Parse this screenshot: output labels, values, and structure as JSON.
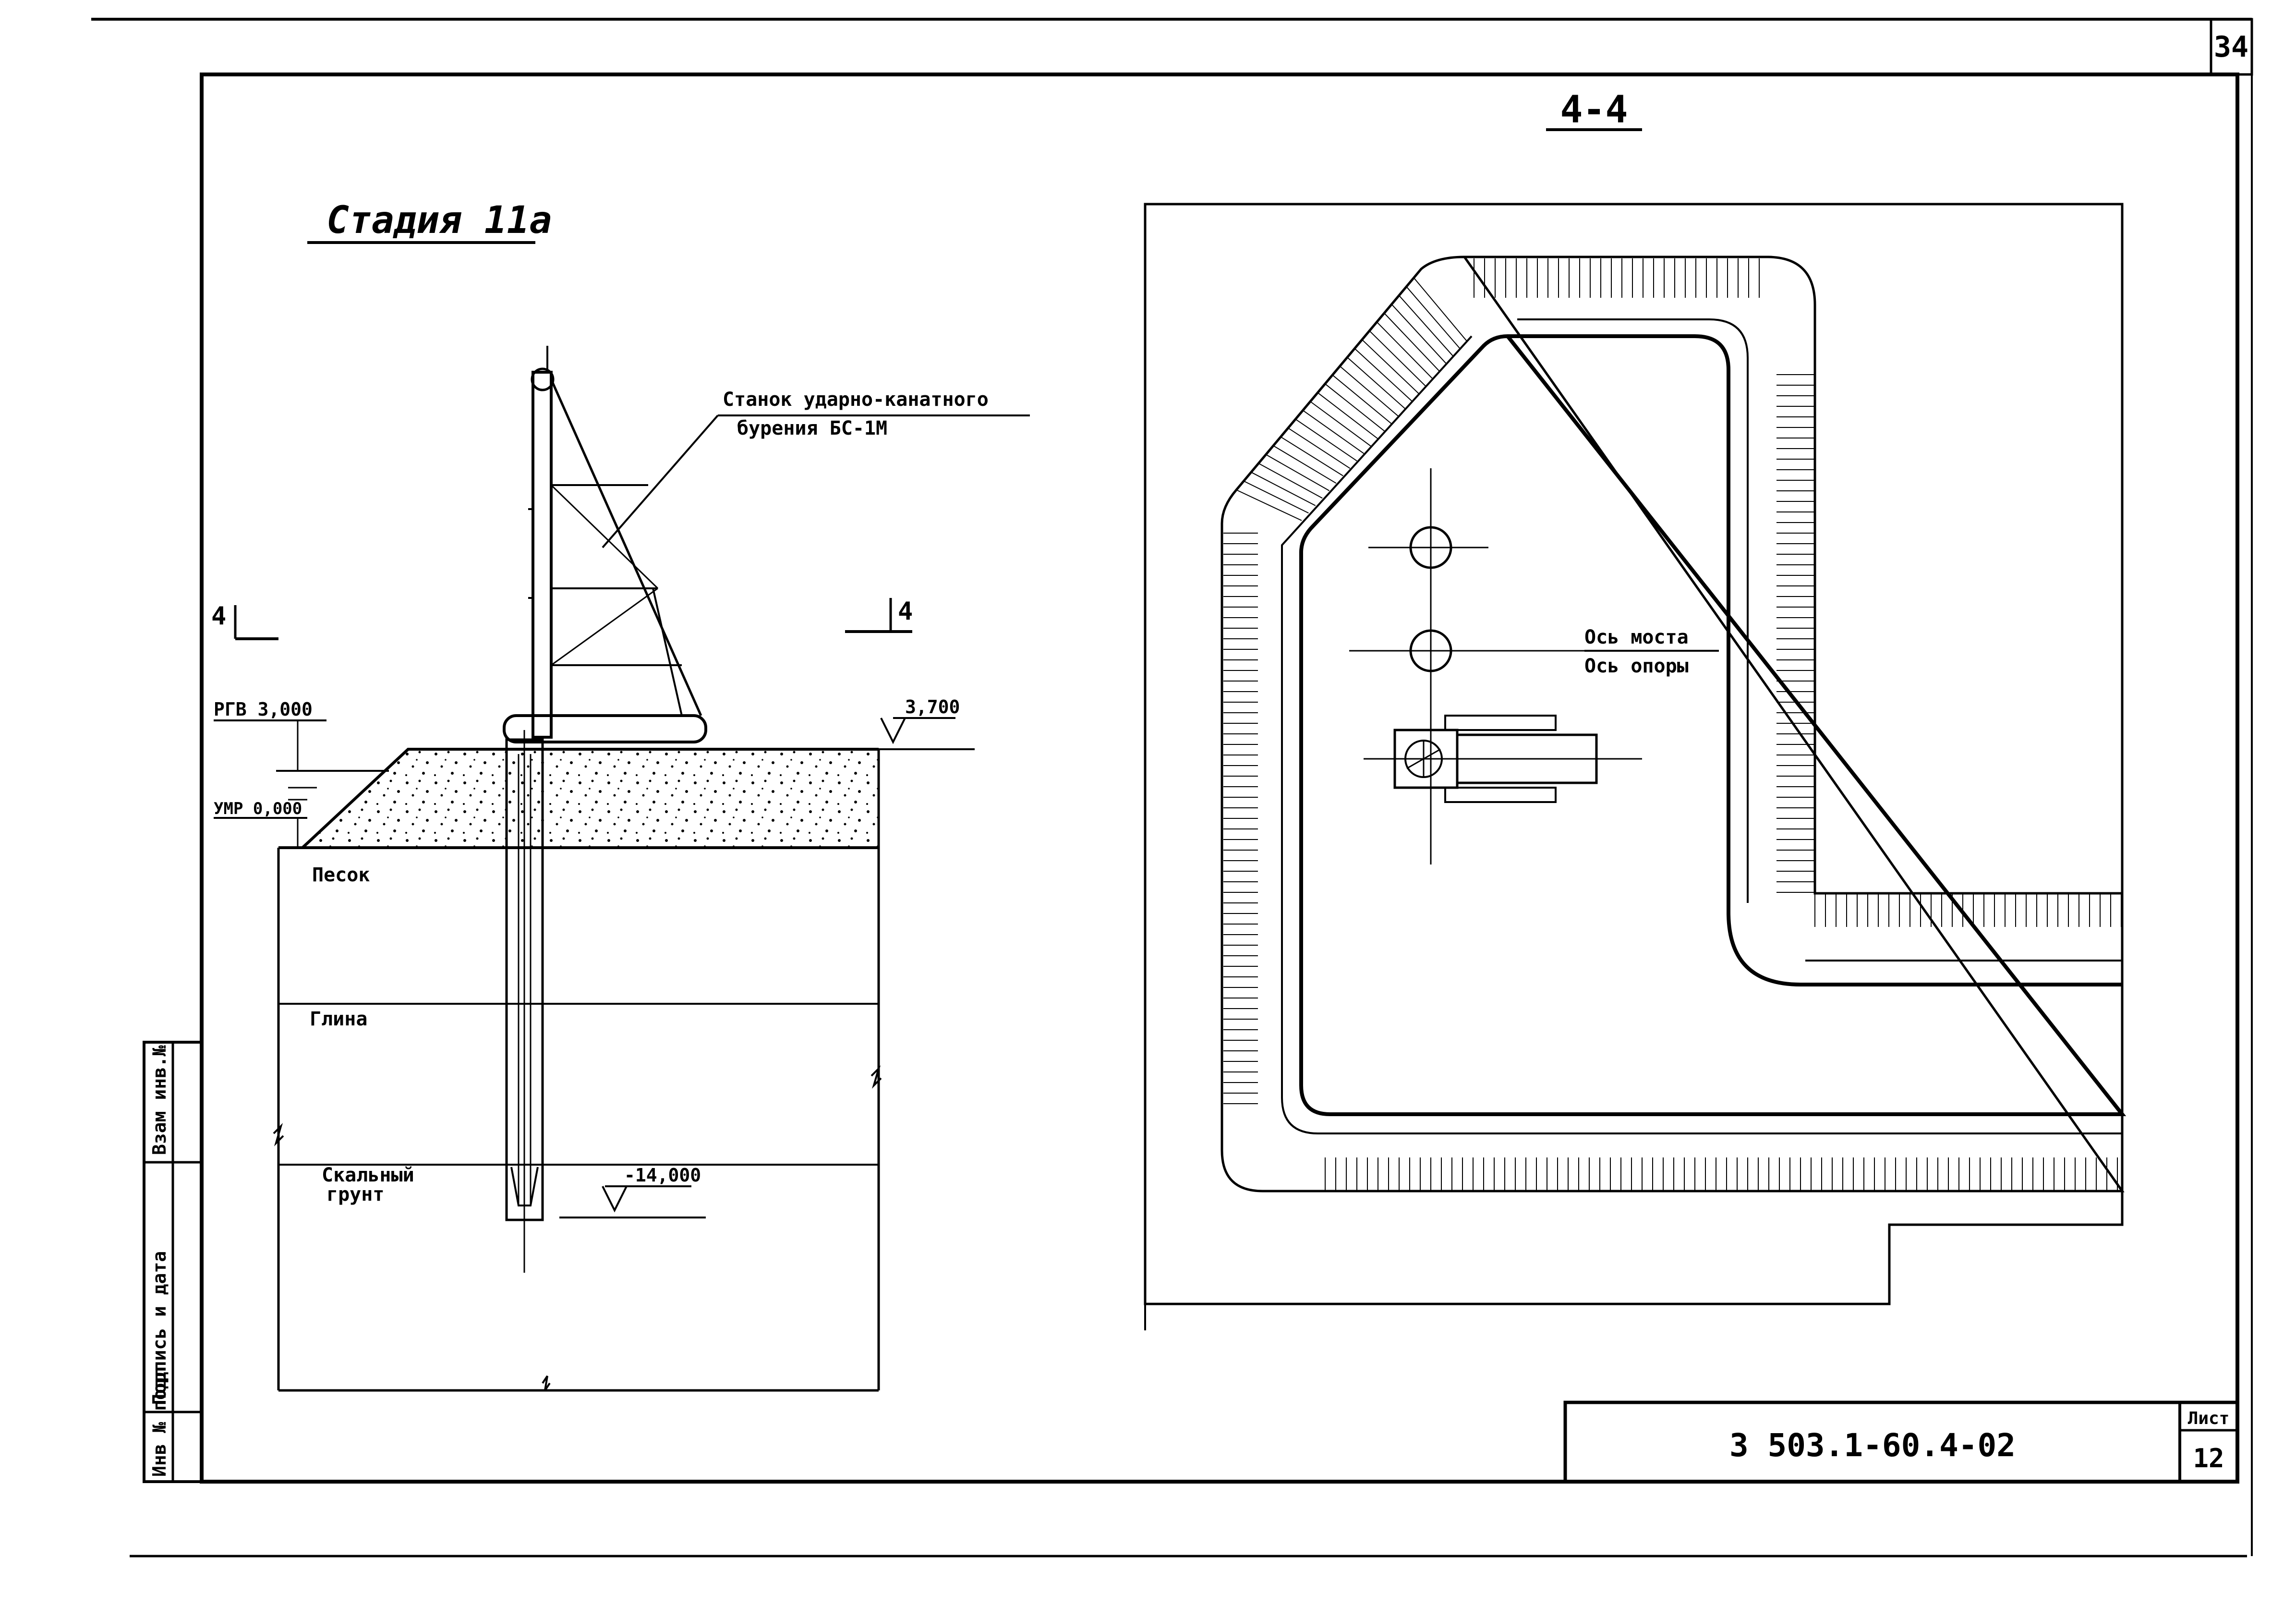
{
  "sheet": {
    "page_number": "34",
    "document_code": "3 503.1-60.4-02",
    "sheet_label": "Лист",
    "sheet_number": "12"
  },
  "side_stamp": {
    "inv_original": "Инв № подл",
    "signature_date": "Подпись и дата",
    "inv_replaced": "Взам инв.№"
  },
  "left_view": {
    "stage_title": "Стадия 11а",
    "rig_label_line1": "Станок ударно-канатного",
    "rig_label_line2": "бурения БС-1М",
    "section_mark_left": "4",
    "section_mark_right": "4",
    "water_level_label": "РГВ 3,000",
    "low_water_label": "УМР 0,000",
    "top_elevation": "3,700",
    "bottom_elevation": "-14,000",
    "soil_layers": [
      "Песок",
      "Глина",
      "Скальный",
      "грунт"
    ]
  },
  "right_view": {
    "section_title": "4-4",
    "bridge_axis": "Ось моста",
    "pier_axis": "Ось опоры"
  }
}
